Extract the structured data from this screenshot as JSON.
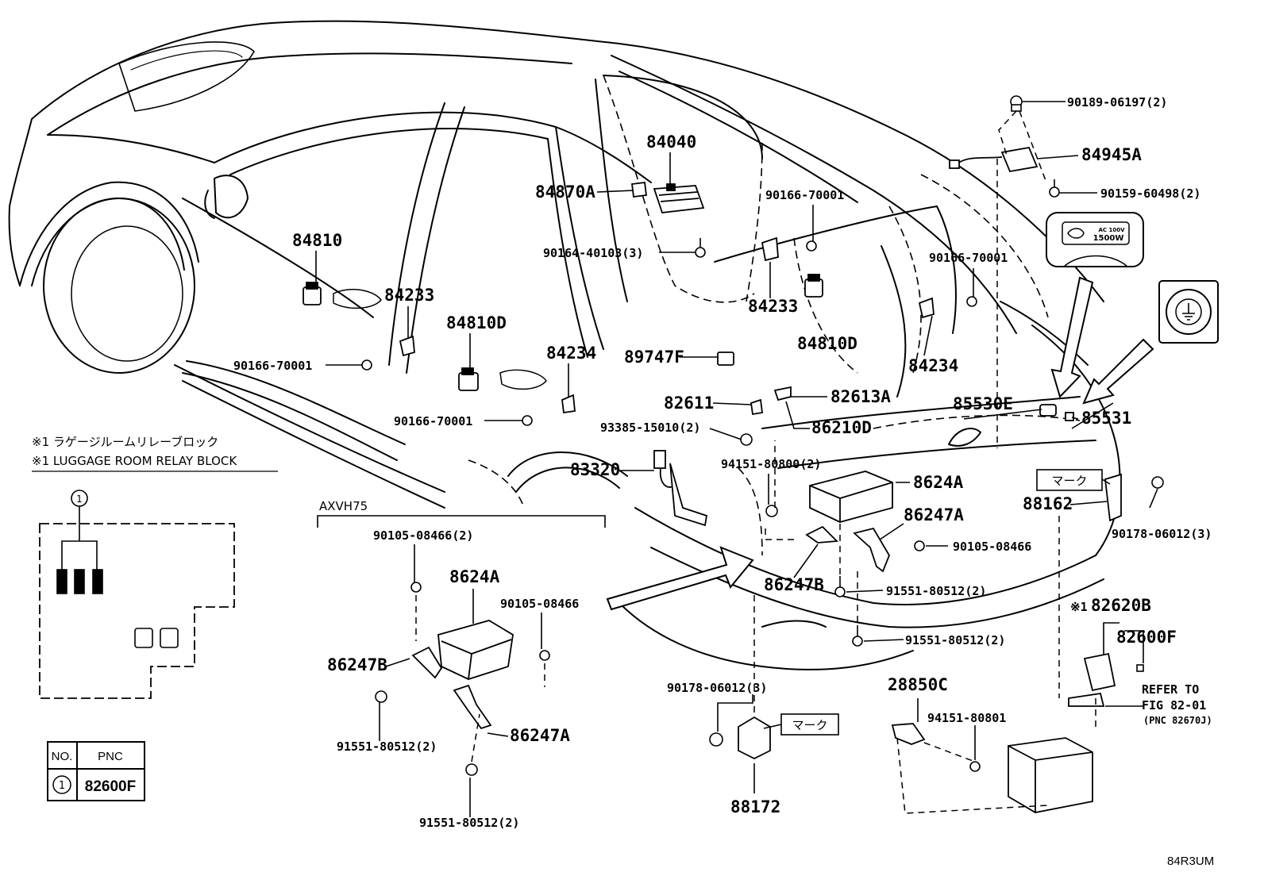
{
  "diagram_id": "84R3UM",
  "notes": {
    "jp": "※1 ラゲージルームリレーブロック",
    "en": "※1 LUGGAGE ROOM RELAY BLOCK"
  },
  "inset_label": "AXVH75",
  "inset_callout": "1",
  "table": {
    "headers": [
      "NO.",
      "PNC"
    ],
    "rows": [
      {
        "no": "1",
        "pnc": "82600F"
      }
    ]
  },
  "refer": {
    "line1": "REFER TO",
    "line2": "FIG 82-01",
    "line3": "(PNC 82670J)"
  },
  "outlet_badge": {
    "line1": "AC 100V",
    "line2": "1500W"
  },
  "mark_label": "マーク",
  "marker_82620B": "※1",
  "parts": {
    "p84040": "84040",
    "p84870A": "84870A",
    "p84810": "84810",
    "p84233a": "84233",
    "p84233b": "84233",
    "p84810Da": "84810D",
    "p84810Db": "84810D",
    "p84234a": "84234",
    "p84234b": "84234",
    "p89747F": "89747F",
    "p82611": "82611",
    "p82613A": "82613A",
    "p86210D": "86210D",
    "p90164_40103": "90164-40103(3)",
    "p90166a": "90166-70001",
    "p90166b": "90166-70001",
    "p90166c": "90166-70001",
    "p90166d": "90166-70001",
    "p90189": "90189-06197(2)",
    "p84945A": "84945A",
    "p90159": "90159-60498(2)",
    "p85530E": "85530E",
    "p85531": "85531",
    "p93385": "93385-15010(2)",
    "p94151_80800": "94151-80800(2)",
    "p83320": "83320",
    "p8624Aa": "8624A",
    "p8624Ab": "8624A",
    "p86247Aa": "86247A",
    "p86247Ab": "86247A",
    "p86247Ba": "86247B",
    "p86247Bb": "86247B",
    "p88162": "88162",
    "p90178a": "90178-06012(3)",
    "p90178b": "90178-06012(3)",
    "p90105a": "90105-08466",
    "p90105b": "90105-08466(2)",
    "p90105c": "90105-08466",
    "p91551a": "91551-80512(2)",
    "p91551b": "91551-80512(2)",
    "p91551c": "91551-80512(2)",
    "p91551d": "91551-80512(2)",
    "p82620B": "82620B",
    "p82600F": "82600F",
    "p28850C": "28850C",
    "p94151_80801": "94151-80801",
    "p88172": "88172"
  }
}
